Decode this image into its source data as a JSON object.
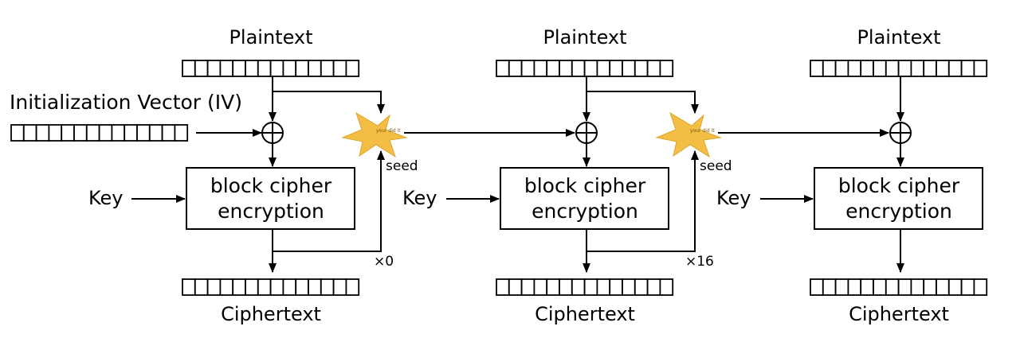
{
  "labels": {
    "plaintext": "Plaintext",
    "ciphertext": "Ciphertext",
    "key": "Key",
    "iv": "Initialization Vector (IV)",
    "block_line1": "block cipher",
    "block_line2": "encryption",
    "seed": "seed",
    "star_text": "your did it"
  },
  "multipliers": [
    "×0",
    "×16"
  ],
  "block_count": 3,
  "cells_per_register": 14,
  "colors": {
    "star_fill": "#F4BE45",
    "line": "#000000"
  }
}
